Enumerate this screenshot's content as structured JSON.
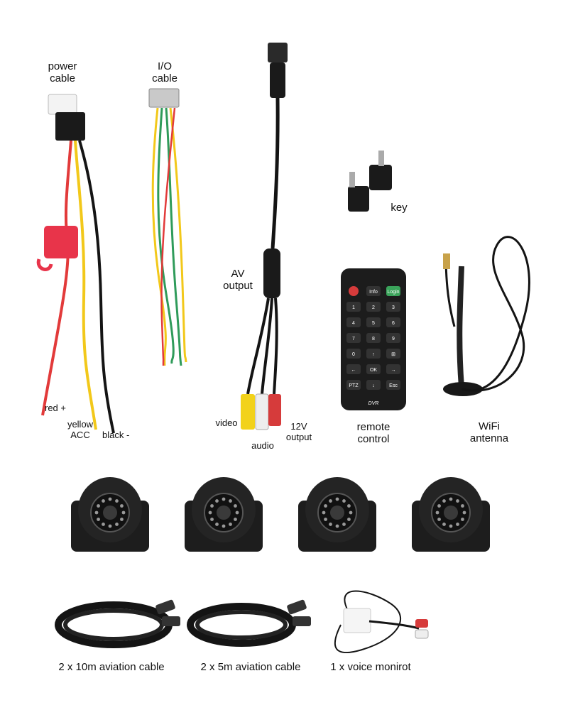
{
  "labels": {
    "power_cable": "power\ncable",
    "io_cable": "I/O\ncable",
    "av_output": "AV\noutput",
    "key": "key",
    "red": "red +",
    "yellow": "yellow\nACC",
    "black": "black -",
    "video": "video",
    "audio": "audio",
    "out12v": "12V\noutput",
    "remote": "remote\ncontrol",
    "wifi": "WiFi\nantenna",
    "cable10": "2 x 10m aviation cable",
    "cable5": "2 x 5m aviation cable",
    "voice": "1 x voice monirot"
  },
  "remote_keys": [
    "Info",
    "Login",
    "1",
    "2",
    "3",
    "4",
    "5",
    "6",
    "7",
    "8",
    "9",
    "0",
    "↑",
    "⊞",
    "←",
    "OK",
    "→",
    "PTZ",
    "↓",
    "Esc"
  ],
  "remote_brand": "DVR",
  "colors": {
    "cable_black": "#141414",
    "red": "#e23a3a",
    "yellow": "#f2c81a",
    "green": "#2f9b5a",
    "remote": "#1c1c1c"
  }
}
